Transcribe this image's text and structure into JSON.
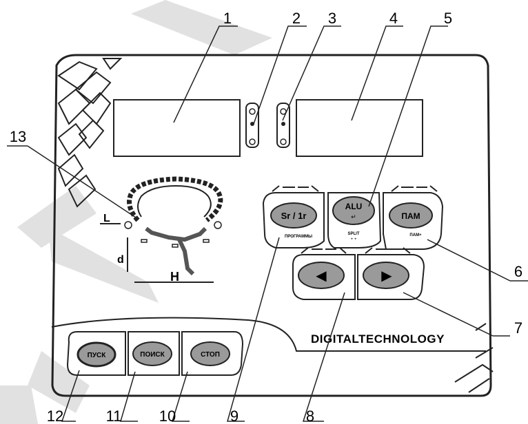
{
  "callouts": [
    "1",
    "2",
    "3",
    "4",
    "5",
    "6",
    "7",
    "8",
    "9",
    "10",
    "11",
    "12",
    "13"
  ],
  "brand": "DIGITALTECHNOLOGY",
  "watermark": "АРТ",
  "buttons": {
    "sr": {
      "label": "Sr / 1r",
      "sub": "ПРОГРАММЫ"
    },
    "alu": {
      "label": "ALU",
      "mid": "↵",
      "sub": "SPLIT",
      "sub2": "+ +"
    },
    "pam": {
      "label": "ПАМ",
      "sub": "ПАМ+"
    },
    "left": {
      "glyph": "◀"
    },
    "right": {
      "glyph": "▶"
    },
    "start": {
      "label": "ПУСК"
    },
    "search": {
      "label": "ПОИСК"
    },
    "stop": {
      "label": "СТОП"
    }
  },
  "dims": {
    "L": "L",
    "d": "d",
    "H": "H"
  },
  "colors": {
    "panel": "#ffffff",
    "line": "#222222",
    "button_fill": "#9a9a9a",
    "watermark": "#d8d8d8"
  }
}
